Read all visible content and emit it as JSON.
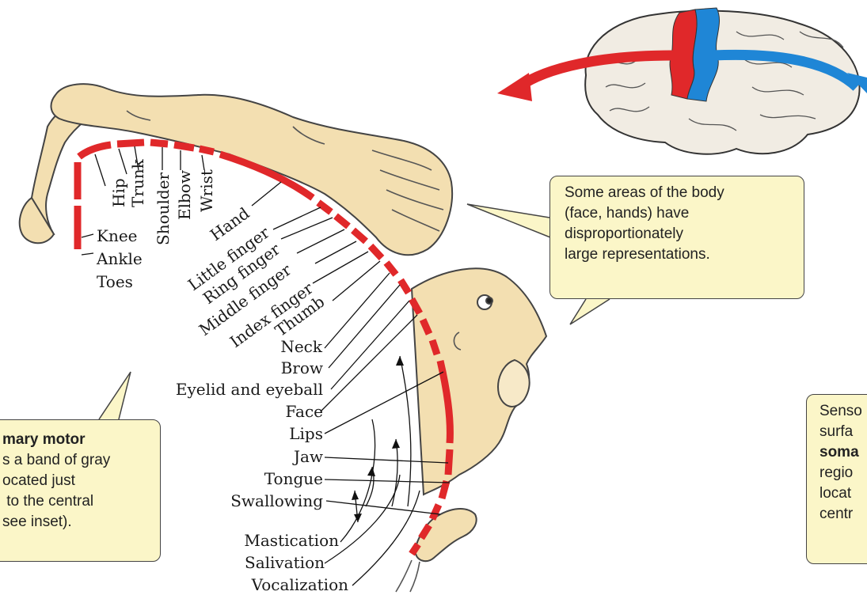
{
  "body_parts_top": [
    "Hip",
    "Trunk",
    "Shoulder",
    "Elbow",
    "Wrist",
    "Hand",
    "Little finger",
    "Ring finger",
    "Middle finger",
    "Index finger",
    "Thumb"
  ],
  "body_parts_left": [
    "Knee",
    "Ankle",
    "Toes"
  ],
  "body_parts_face": [
    "Neck",
    "Brow",
    "Eyelid and eyeball",
    "Face",
    "Lips",
    "Jaw",
    "Tongue",
    "Swallowing",
    "Mastication",
    "Salivation",
    "Vocalization"
  ],
  "callouts": {
    "middle": {
      "lines": [
        "Some areas of the body",
        "(face, hands) have",
        "disproportionately",
        "large representations."
      ]
    },
    "left": {
      "lines": [
        "mary motor",
        "s a band of gray",
        "ocated just",
        " to the central",
        "see inset)."
      ]
    },
    "right": {
      "lines": [
        "Senso",
        "surfa",
        "soma",
        "regio",
        "locat",
        "centr"
      ]
    }
  },
  "colors": {
    "motor": "#e0282a",
    "sensory": "#1f86d6",
    "skin": "#f3dfb1",
    "callout_fill": "#fbf6c8"
  }
}
